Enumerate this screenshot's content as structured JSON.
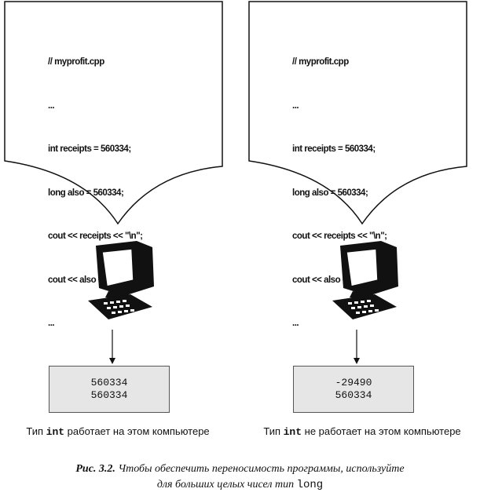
{
  "panels": [
    {
      "code_lines": [
        "// myprofit.cpp",
        "...",
        "int receipts = 560334;",
        "long also = 560334;",
        "cout << receipts << \"\\n\";",
        "cout << also << \"\\n\";",
        "..."
      ],
      "output_lines": [
        "560334",
        "560334"
      ],
      "caption_prefix": "Тип",
      "caption_keyword": "int",
      "caption_suffix": "работает на этом компьютере"
    },
    {
      "code_lines": [
        "// myprofit.cpp",
        "...",
        "int receipts = 560334;",
        "long also = 560334;",
        "cout << receipts << \"\\n\";",
        "cout << also << \"\\n\";",
        "..."
      ],
      "output_lines": [
        "-29490",
        "560334"
      ],
      "caption_prefix": "Тип",
      "caption_keyword": "int",
      "caption_suffix": "не работает на этом компьютере"
    }
  ],
  "figure_caption": {
    "number": "Рис. 3.2.",
    "line1": "Чтобы обеспечить переносимость программы, используйте",
    "line2_prefix": "для больших целых чисел тип",
    "line2_keyword": "long"
  }
}
